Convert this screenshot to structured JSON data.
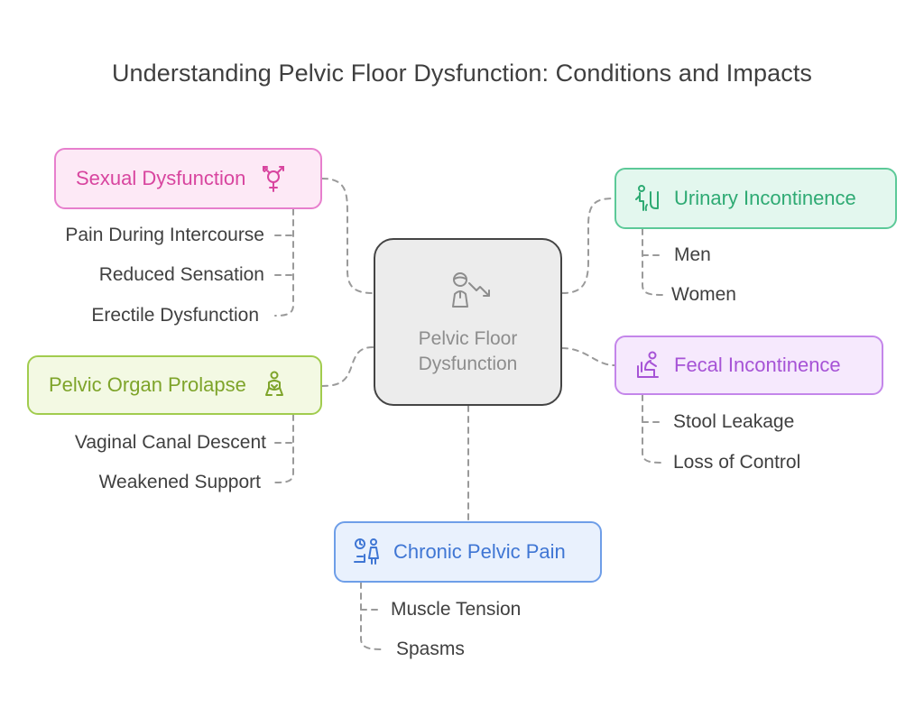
{
  "title": "Understanding Pelvic Floor Dysfunction: Conditions and Impacts",
  "center": {
    "label": "Pelvic Floor Dysfunction",
    "icon": "person-decline-icon",
    "color": "#8d8d8d"
  },
  "branches": {
    "sexual": {
      "label": "Sexual Dysfunction",
      "icon": "gender-symbol-icon",
      "color": "#d8459f",
      "items": [
        "Pain During Intercourse",
        "Reduced Sensation",
        "Erectile Dysfunction"
      ]
    },
    "prolapse": {
      "label": "Pelvic Organ Prolapse",
      "icon": "person-squat-icon",
      "color": "#7ea42a",
      "items": [
        "Vaginal Canal Descent",
        "Weakened Support"
      ]
    },
    "urinary": {
      "label": "Urinary Incontinence",
      "icon": "person-toilet-icon",
      "color": "#2eaa73",
      "items": [
        "Men",
        "Women"
      ]
    },
    "fecal": {
      "label": "Fecal Incontinence",
      "icon": "person-seated-icon",
      "color": "#a653d6",
      "items": [
        "Stool Leakage",
        "Loss of Control"
      ]
    },
    "pain": {
      "label": "Chronic Pelvic Pain",
      "icon": "patient-clock-icon",
      "color": "#3f76d4",
      "items": [
        "Muscle Tension",
        "Spasms"
      ]
    }
  }
}
